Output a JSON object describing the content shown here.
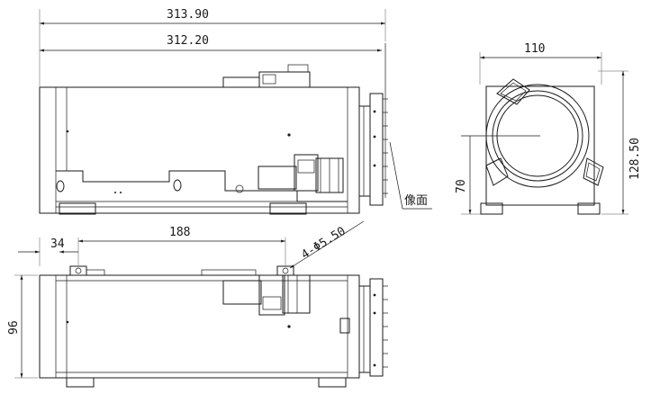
{
  "dimensions": {
    "overall_length": "313.90",
    "body_length": "312.20",
    "width": "110",
    "height": "128.50",
    "axis_height": "70",
    "hole_offset": "34",
    "hole_spacing": "188",
    "hole_spec": "4-Φ5.50",
    "bottom_height": "96"
  },
  "annotations": {
    "image_plane": "像面"
  }
}
